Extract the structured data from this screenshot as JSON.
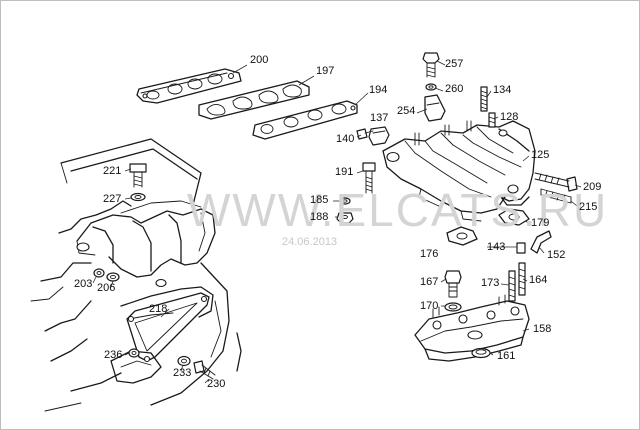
{
  "watermark": "WWW.ELCATS.RU",
  "date": "24.06.2013",
  "part_labels": [
    "200",
    "197",
    "194",
    "257",
    "260",
    "134",
    "254",
    "128",
    "137",
    "140",
    "125",
    "191",
    "209",
    "185",
    "215",
    "188",
    "179",
    "221",
    "227",
    "176",
    "143",
    "152",
    "164",
    "167",
    "173",
    "170",
    "158",
    "161",
    "203",
    "206",
    "218",
    "236",
    "233",
    "230"
  ]
}
